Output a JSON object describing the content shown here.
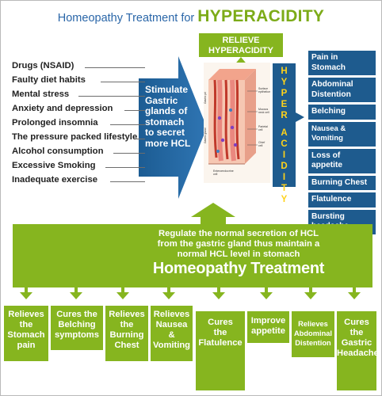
{
  "title": {
    "prefix": "Homeopathy Treatment for",
    "highlight": "HYPERACIDITY"
  },
  "relieve": {
    "line1": "RELIEVE",
    "line2": "HYPERACIDITY"
  },
  "causes": [
    "Drugs (NSAID)",
    "Faulty diet habits",
    "Mental stress",
    "Anxiety and depression",
    "Prolonged insomnia",
    "The pressure packed lifestyle",
    "Alcohol consumption",
    "Excessive Smoking",
    "Inadequate exercise"
  ],
  "stimulate": [
    "Stimulate",
    "Gastric",
    "glands of",
    "stomach",
    "to secret",
    "more HCL"
  ],
  "illustration": {
    "labels": [
      "Surface",
      "epithelium",
      "Mucous",
      "neck cell",
      "Parietal",
      "cell",
      "Chief",
      "cell",
      "Gastric pit",
      "Gastric gland",
      "Enteroendocrine",
      "cell"
    ]
  },
  "hyper": {
    "word1": [
      "H",
      "Y",
      "P",
      "E",
      "R"
    ],
    "word2": [
      "A",
      "C",
      "I",
      "D",
      "I",
      "T",
      "Y"
    ]
  },
  "symptoms": [
    "Pain in Stomach",
    "Abdominal Distention",
    "Belching",
    "Nausea & Vomiting",
    "Loss of appetite",
    "Burning Chest",
    "Flatulence",
    "Bursting headache"
  ],
  "regulate": {
    "line1": "Regulate the normal secretion of HCL",
    "line2": "from the gastric gland thus maintain a",
    "line3": "normal HCL level in stomach"
  },
  "treatment": "Homeopathy Treatment",
  "effects": [
    {
      "lines": [
        "Relieves",
        "the",
        "Stomach",
        "pain"
      ]
    },
    {
      "lines": [
        "Cures the",
        "Belching",
        "symptoms"
      ]
    },
    {
      "lines": [
        "Relieves",
        "the",
        "Burning",
        "Chest"
      ]
    },
    {
      "lines": [
        "Relieves",
        "Nausea",
        "&",
        "Vomiting"
      ]
    },
    {
      "lines": [
        "Cures",
        "the",
        "Flatulence"
      ]
    },
    {
      "lines": [
        "Improve",
        "appetite"
      ]
    },
    {
      "lines": [
        "Relieves",
        "Abdominal",
        "Distention"
      ]
    },
    {
      "lines": [
        "Cures",
        "the",
        "Gastric",
        "Headache"
      ]
    }
  ],
  "colors": {
    "green": "#86b51f",
    "blue": "#1e5b8e",
    "yellow": "#ffd21a",
    "title_blue": "#2a66a8"
  }
}
